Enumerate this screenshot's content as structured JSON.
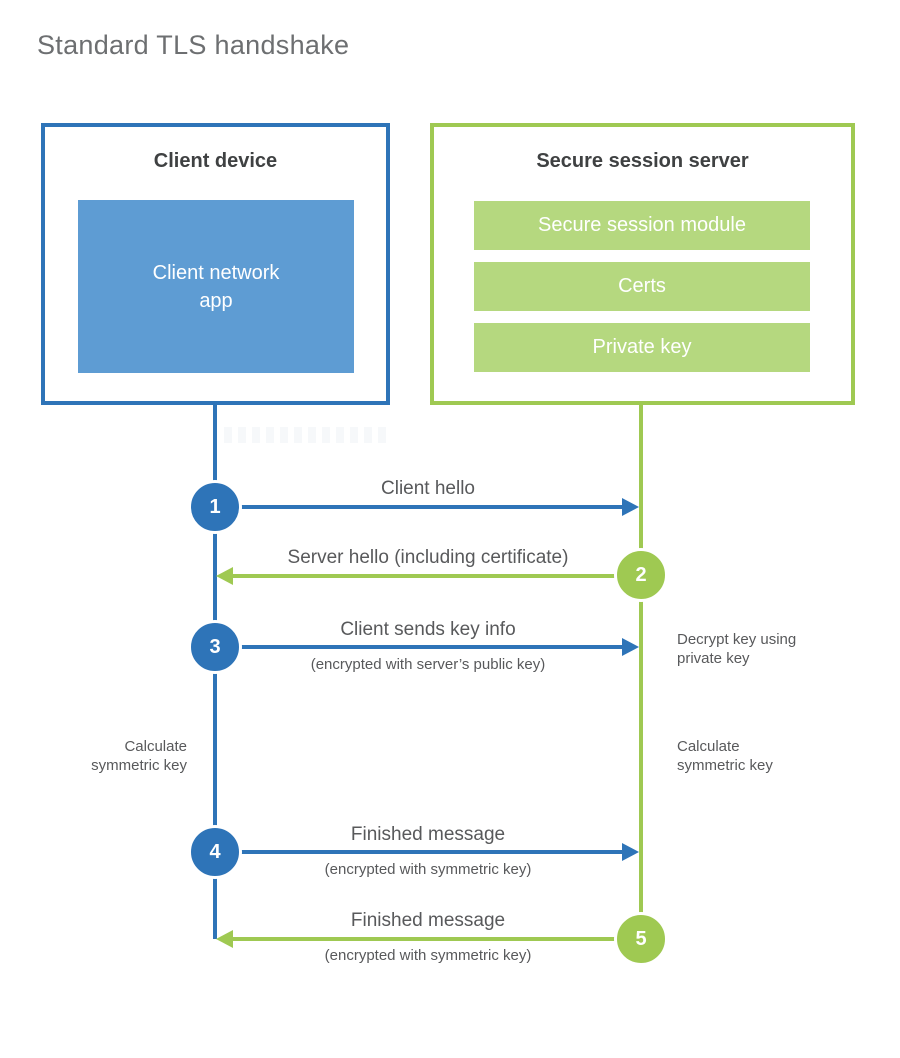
{
  "title": "Standard TLS handshake",
  "client": {
    "title": "Client device",
    "app_line1": "Client network",
    "app_line2": "app"
  },
  "server": {
    "title": "Secure session server",
    "modules": [
      "Secure session module",
      "Certs",
      "Private key"
    ]
  },
  "steps": [
    {
      "num": "1",
      "label": "Client hello",
      "sub": "",
      "direction": "client-to-server",
      "color": "#2e74b8"
    },
    {
      "num": "2",
      "label": "Server hello (including certificate)",
      "sub": "",
      "direction": "server-to-client",
      "color": "#9fc952"
    },
    {
      "num": "3",
      "label": "Client sends key info",
      "sub": "(encrypted with server’s public key)",
      "direction": "client-to-server",
      "color": "#2e74b8"
    },
    {
      "num": "4",
      "label": "Finished message",
      "sub": "(encrypted with symmetric key)",
      "direction": "client-to-server",
      "color": "#2e74b8"
    },
    {
      "num": "5",
      "label": "Finished message",
      "sub": "(encrypted with symmetric key)",
      "direction": "server-to-client",
      "color": "#9fc952"
    }
  ],
  "notes": {
    "decrypt_line1": "Decrypt key using",
    "decrypt_line2": "private key",
    "calc_left_line1": "Calculate",
    "calc_left_line2": "symmetric key",
    "calc_right_line1": "Calculate",
    "calc_right_line2": "symmetric key"
  },
  "colors": {
    "client_accent": "#2e74b8",
    "client_fill": "#5e9cd3",
    "server_accent": "#9fc952",
    "server_fill": "#b5d87f",
    "heading_text": "#3f4142",
    "label_text": "#58595b",
    "title_text": "#6d6f71",
    "background": "#ffffff"
  }
}
